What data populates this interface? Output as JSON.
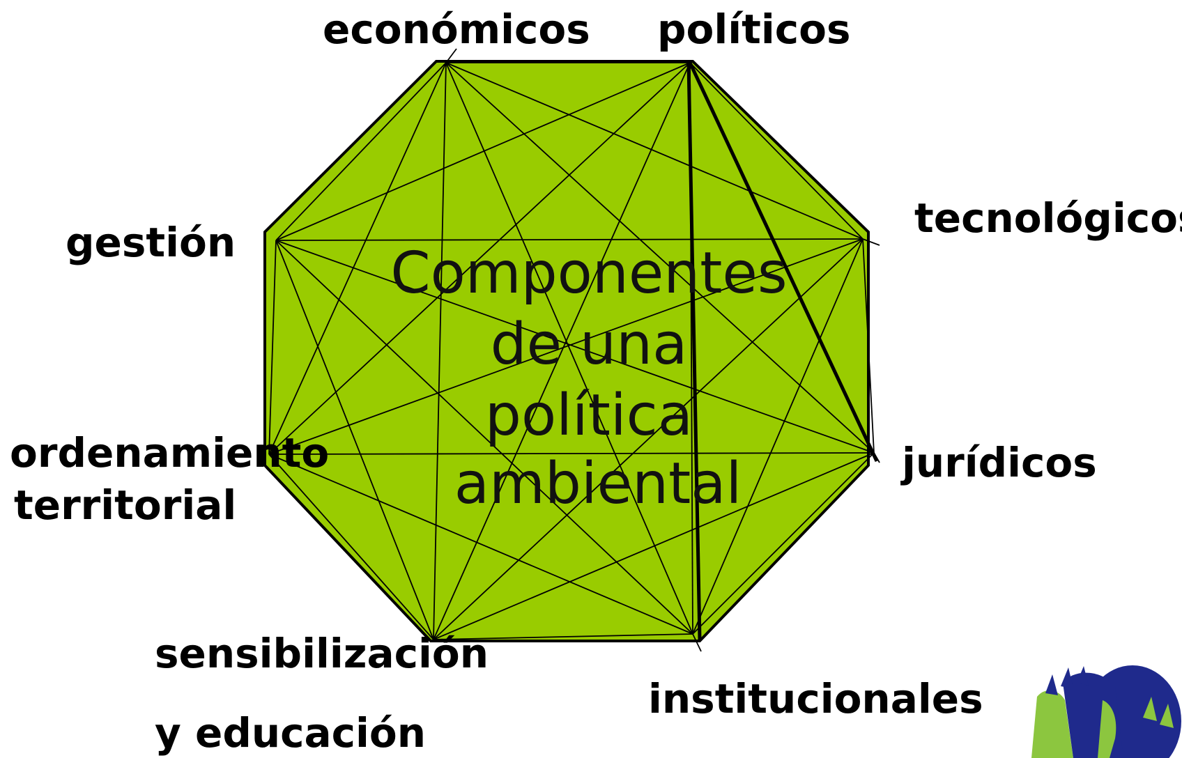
{
  "diagram": {
    "center_title_lines": [
      "Componentes",
      "de una",
      "política",
      "ambiental"
    ],
    "nodes": [
      {
        "id": "economicos",
        "lines": [
          "económicos"
        ]
      },
      {
        "id": "politicos",
        "lines": [
          "políticos"
        ]
      },
      {
        "id": "tecnologicos",
        "lines": [
          "tecnológicos"
        ]
      },
      {
        "id": "juridicos",
        "lines": [
          "jurídicos"
        ]
      },
      {
        "id": "institucionales",
        "lines": [
          "institucionales"
        ]
      },
      {
        "id": "sensibilizacion",
        "lines": [
          "sensibilización",
          "y educación"
        ]
      },
      {
        "id": "ordenamiento",
        "lines": [
          "ordenamiento",
          "territorial"
        ]
      },
      {
        "id": "gestion",
        "lines": [
          "gestión"
        ]
      }
    ]
  },
  "colors": {
    "octagon_fill": "#99cc00",
    "octagon_stroke": "#000000",
    "logo_blue": "#1f2a8c",
    "logo_green": "#8cc63f"
  },
  "logo": {
    "icon": "hands-logo-icon"
  }
}
